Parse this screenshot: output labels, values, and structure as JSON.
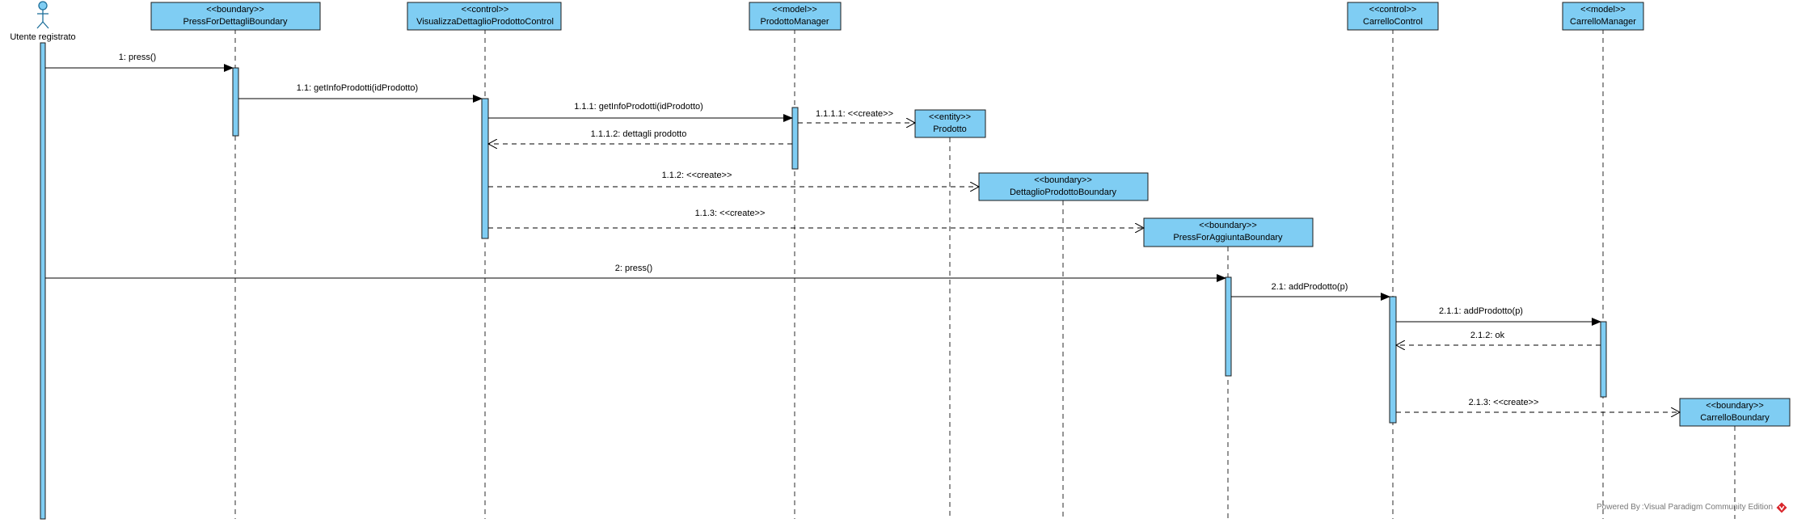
{
  "actor": {
    "name": "Utente registrato"
  },
  "participants": [
    {
      "id": "p1",
      "stereotype": "<<boundary>>",
      "name": "PressForDettagliBoundary"
    },
    {
      "id": "p2",
      "stereotype": "<<control>>",
      "name": "VisualizzaDettaglioProdottoControl"
    },
    {
      "id": "p3",
      "stereotype": "<<model>>",
      "name": "ProdottoManager"
    },
    {
      "id": "p4",
      "stereotype": "<<entity>>",
      "name": "Prodotto"
    },
    {
      "id": "p5",
      "stereotype": "<<boundary>>",
      "name": "DettaglioProdottoBoundary"
    },
    {
      "id": "p6",
      "stereotype": "<<boundary>>",
      "name": "PressForAggiuntaBoundary"
    },
    {
      "id": "p7",
      "stereotype": "<<control>>",
      "name": "CarrelloControl"
    },
    {
      "id": "p8",
      "stereotype": "<<model>>",
      "name": "CarrelloManager"
    },
    {
      "id": "p9",
      "stereotype": "<<boundary>>",
      "name": "CarrelloBoundary"
    }
  ],
  "messages": [
    {
      "id": "m1",
      "label": "1: press()",
      "from": "actor",
      "to": "p1",
      "kind": "sync"
    },
    {
      "id": "m2",
      "label": "1.1: getInfoProdotti(idProdotto)",
      "from": "p1",
      "to": "p2",
      "kind": "sync"
    },
    {
      "id": "m3",
      "label": "1.1.1: getInfoProdotti(idProdotto)",
      "from": "p2",
      "to": "p3",
      "kind": "sync"
    },
    {
      "id": "m4",
      "label": "1.1.1.1: <<create>>",
      "from": "p3",
      "to": "p4",
      "kind": "create"
    },
    {
      "id": "m5",
      "label": "1.1.1.2: dettagli prodotto",
      "from": "p3",
      "to": "p2",
      "kind": "return"
    },
    {
      "id": "m6",
      "label": "1.1.2: <<create>>",
      "from": "p2",
      "to": "p5",
      "kind": "create"
    },
    {
      "id": "m7",
      "label": "1.1.3: <<create>>",
      "from": "p2",
      "to": "p6",
      "kind": "create"
    },
    {
      "id": "m8",
      "label": "2: press()",
      "from": "actor",
      "to": "p6",
      "kind": "sync"
    },
    {
      "id": "m9",
      "label": "2.1: addProdotto(p)",
      "from": "p6",
      "to": "p7",
      "kind": "sync"
    },
    {
      "id": "m10",
      "label": "2.1.1: addProdotto(p)",
      "from": "p7",
      "to": "p8",
      "kind": "sync"
    },
    {
      "id": "m11",
      "label": "2.1.2: ok",
      "from": "p8",
      "to": "p7",
      "kind": "return"
    },
    {
      "id": "m12",
      "label": "2.1.3: <<create>>",
      "from": "p7",
      "to": "p9",
      "kind": "create"
    }
  ],
  "watermark": "Powered By :Visual Paradigm Community Edition",
  "colors": {
    "box": "#7fcdf3",
    "logo": "#d9262c"
  },
  "icons": {
    "logo": "visual-paradigm-logo-icon",
    "actor": "stick-figure-icon"
  }
}
